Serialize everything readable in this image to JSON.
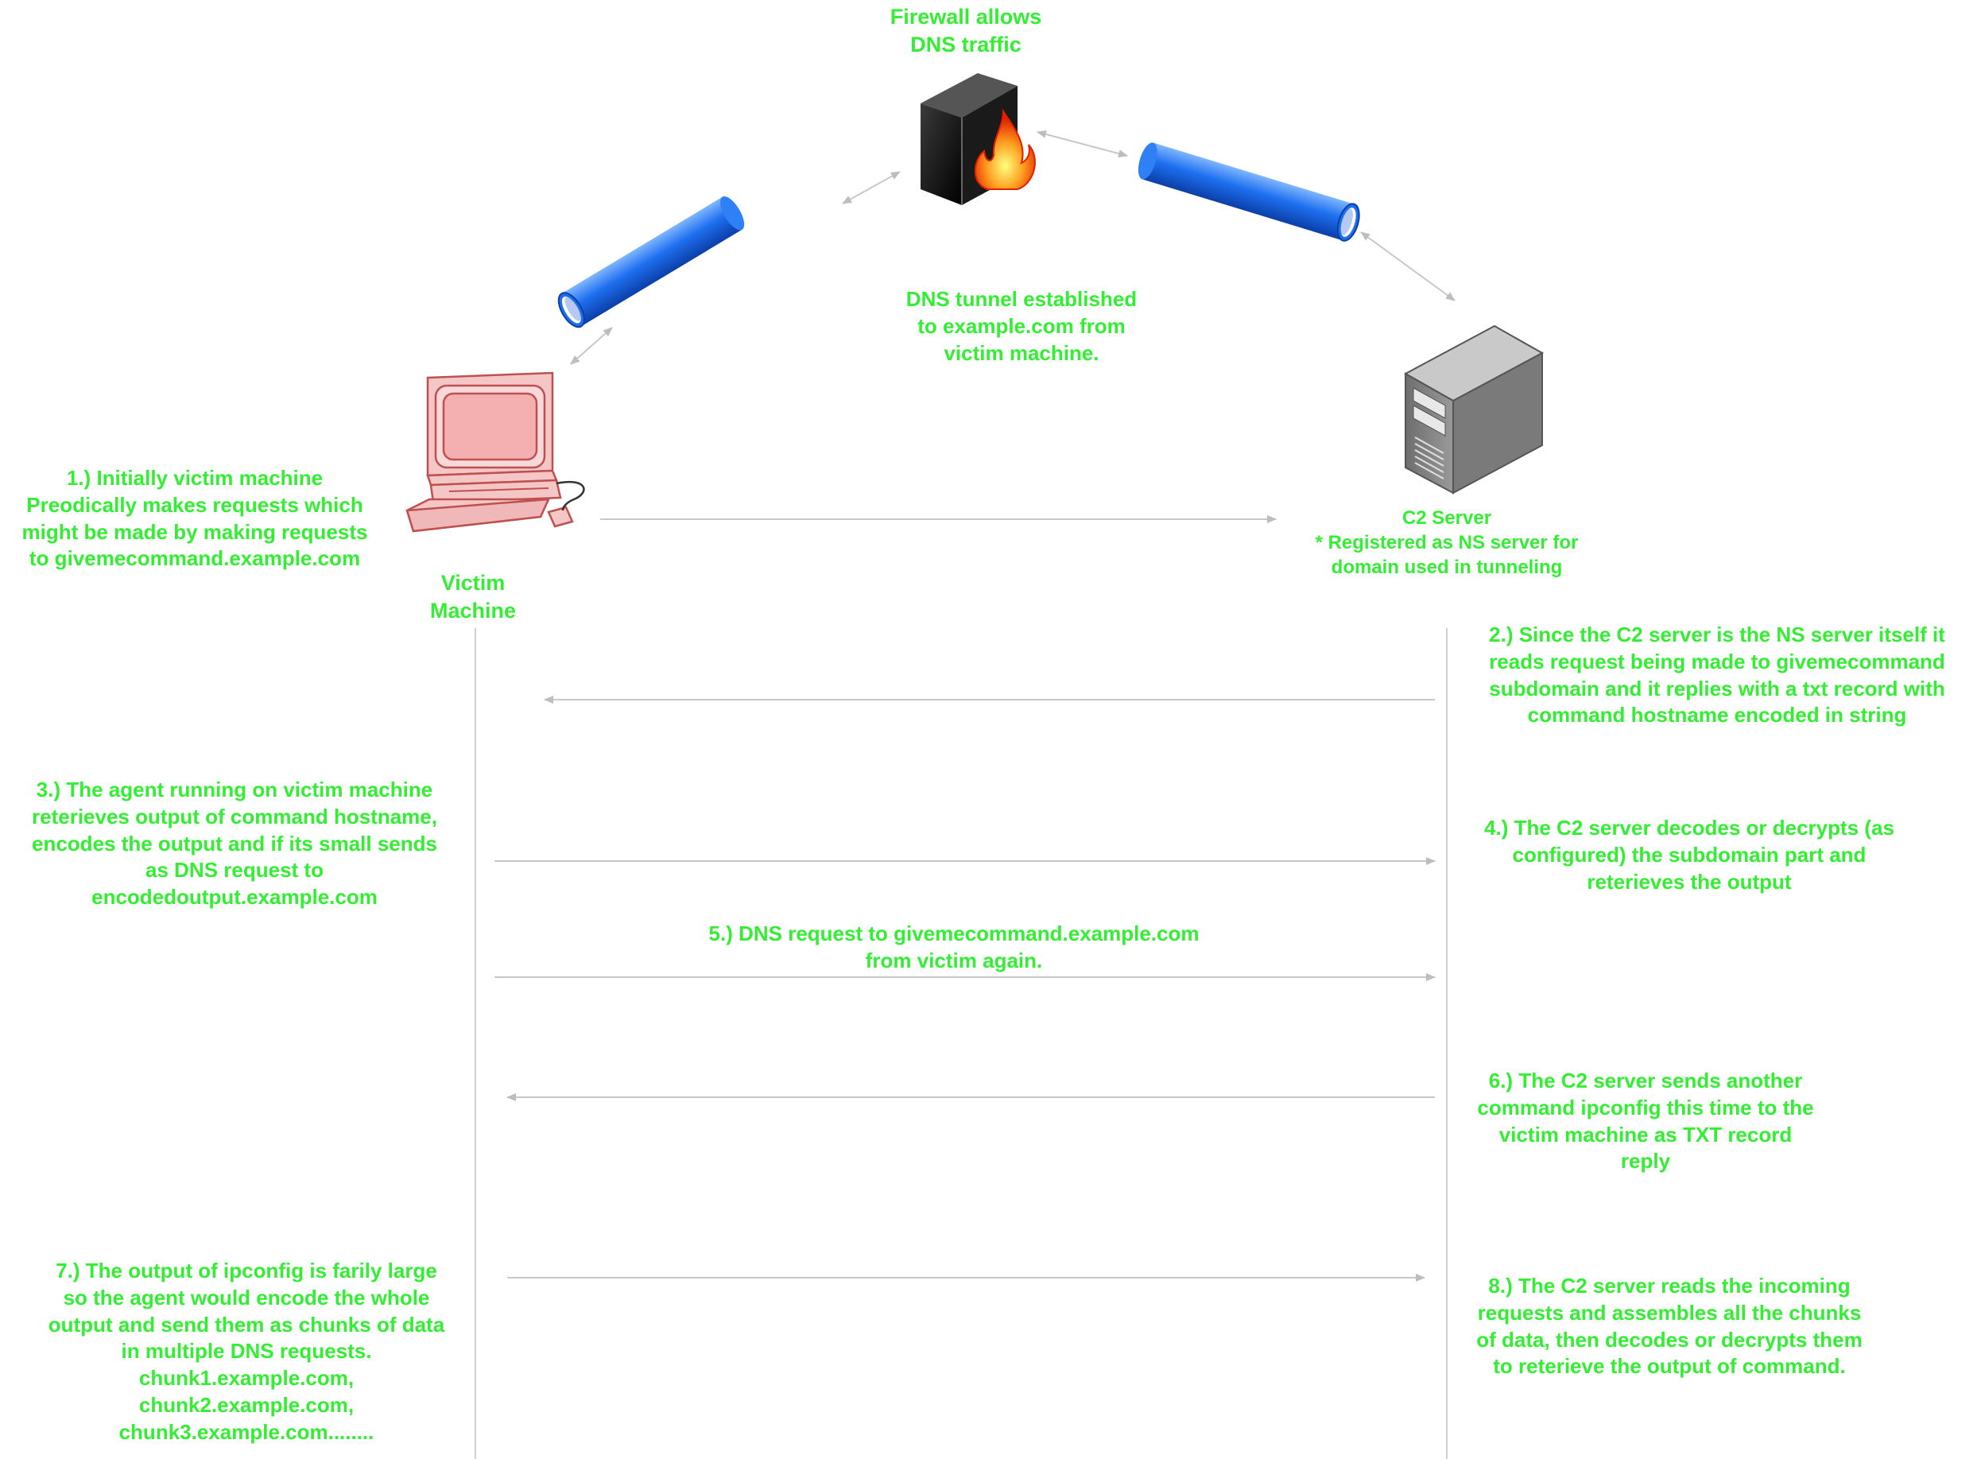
{
  "colors": {
    "text": "#33ee33",
    "arrow": "#c8c8c8",
    "tube": "#1e6ff0",
    "firewall": "#111111",
    "victim_fill": "#f4c6c6",
    "victim_stroke": "#c05050",
    "server": "#8a8a8a"
  },
  "icons": {
    "firewall": "firewall-icon",
    "tunnel": "tunnel-tube-icon",
    "victim": "computer-icon",
    "server": "server-tower-icon"
  },
  "labels": {
    "firewall": "Firewall allows\nDNS traffic",
    "tunnel": "DNS tunnel established\nto example.com from\nvictim machine.",
    "victim": "Victim\nMachine",
    "server": "C2 Server\n* Registered as NS server for\ndomain used in tunneling"
  },
  "steps": {
    "s1": "1.) Initially victim machine\nPreodically makes requests which\nmight be made by making requests\nto givemecommand.example.com",
    "s2": "2.) Since the C2 server is the NS server itself it\nreads request being made to givemecommand\nsubdomain and it replies with a txt record with\ncommand hostname encoded in string",
    "s3": "3.) The agent running on victim machine\nreterieves output of command hostname,\nencodes the output and if its small sends\nas DNS request to\nencodedoutput.example.com",
    "s4": "4.) The C2 server decodes or decrypts (as\nconfigured) the subdomain part and\nreterieves the output",
    "s5": "5.) DNS request to givemecommand.example.com\nfrom victim again.",
    "s6": "6.) The C2 server sends another\ncommand ipconfig this time to the\nvictim machine as TXT record\nreply",
    "s7": "7.) The output of ipconfig is farily large\nso the agent would encode the whole\noutput and send them as chunks of data\nin multiple DNS requests.\nchunk1.example.com,\nchunk2.example.com,\nchunk3.example.com........",
    "s8": "8.) The C2 server reads the incoming\nrequests and assembles all the chunks\nof data, then decodes or decrypts them\nto reterieve the output of command."
  }
}
